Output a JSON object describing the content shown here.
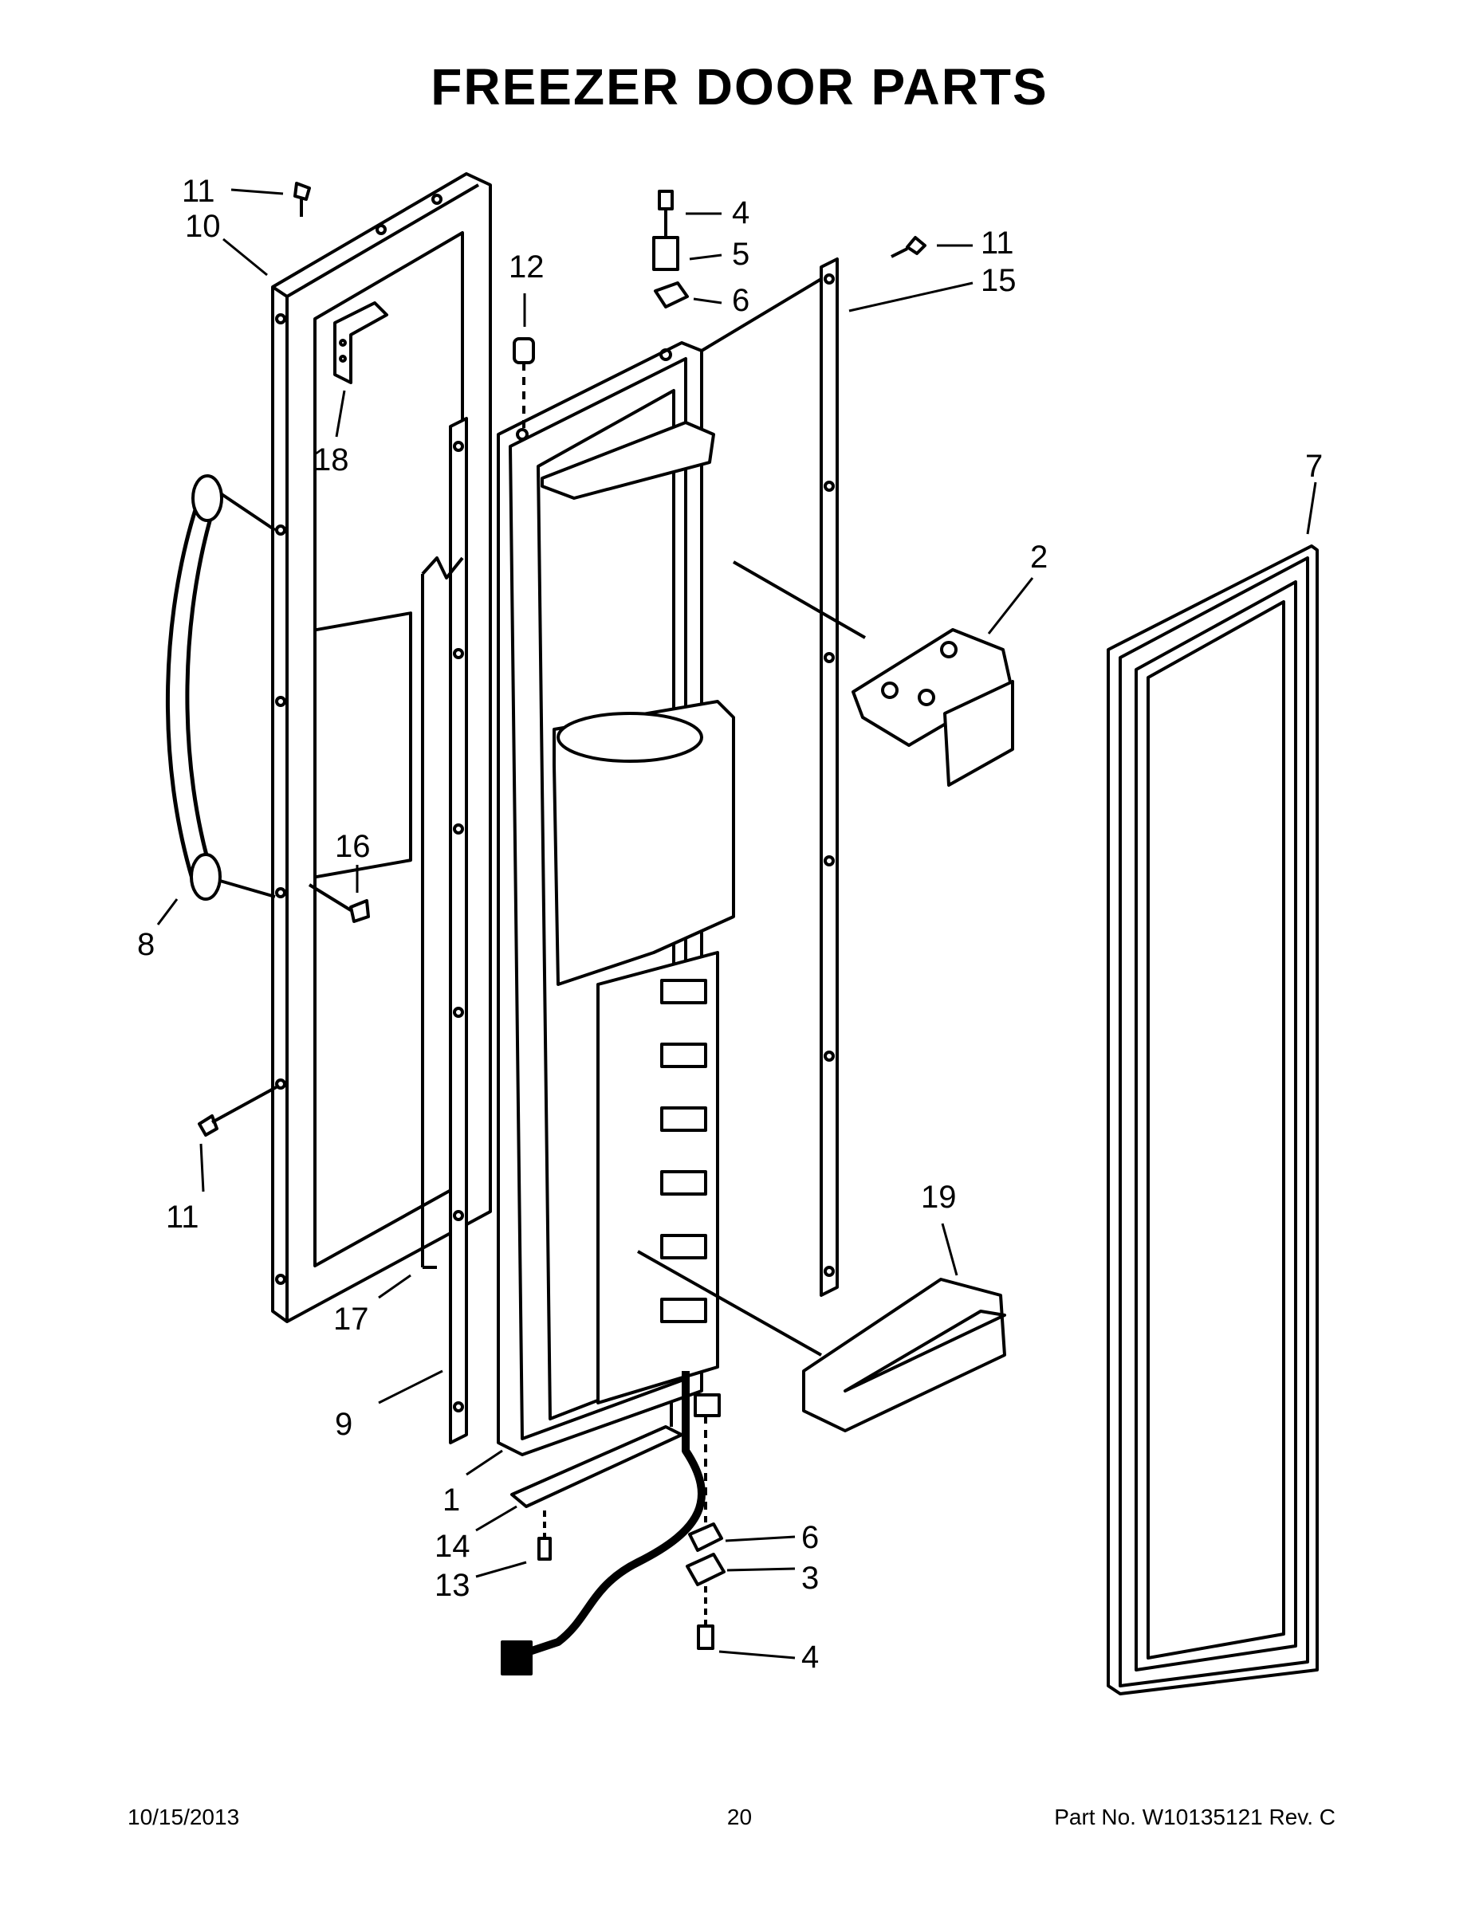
{
  "title": "FREEZER DOOR PARTS",
  "footer": {
    "date": "10/15/2013",
    "page": "20",
    "part_number": "Part No.  W10135121  Rev.  C"
  },
  "callouts": [
    "1",
    "2",
    "3",
    "4",
    "4",
    "5",
    "6",
    "6",
    "7",
    "8",
    "9",
    "10",
    "11",
    "11",
    "11",
    "12",
    "13",
    "14",
    "15",
    "16",
    "17",
    "18",
    "19"
  ]
}
